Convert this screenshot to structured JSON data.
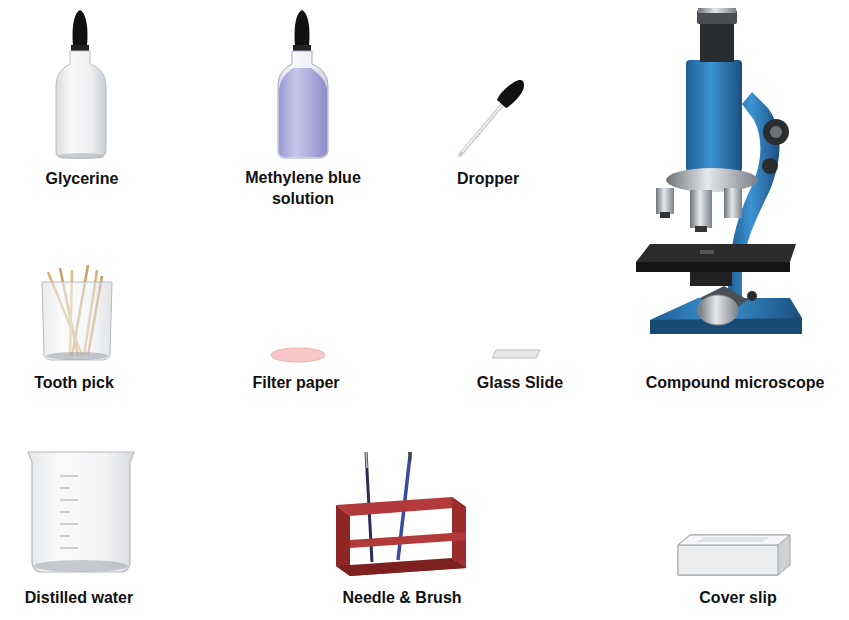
{
  "diagram": {
    "labels": [
      "Glycerine",
      "Methylene blue solution",
      "Dropper",
      "Tooth pick",
      "Filter paper",
      "Glass Slide",
      "Compound microscope",
      "Distilled water",
      "Needle & Brush",
      "Cover slip"
    ]
  }
}
